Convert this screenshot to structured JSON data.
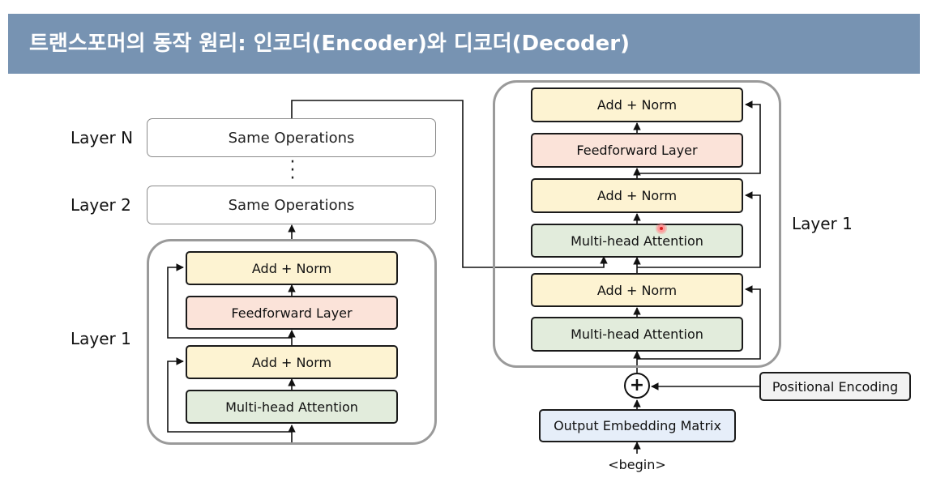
{
  "title": "트랜스포머의 동작 원리: 인코더(Encoder)와 디코더(Decoder)",
  "encoder": {
    "layer_n_label": "Layer N",
    "layer_2_label": "Layer 2",
    "layer_1_label": "Layer 1",
    "same_ops_n": "Same Operations",
    "same_ops_2": "Same Operations",
    "add_norm_top": "Add + Norm",
    "feedforward": "Feedforward Layer",
    "add_norm_bottom": "Add + Norm",
    "attention": "Multi-head Attention"
  },
  "decoder": {
    "layer_1_label": "Layer 1",
    "add_norm_top": "Add + Norm",
    "feedforward": "Feedforward Layer",
    "add_norm_mid": "Add + Norm",
    "cross_attention": "Multi-head Attention",
    "add_norm_bottom": "Add + Norm",
    "self_attention": "Multi-head Attention",
    "plus_symbol": "+",
    "positional_encoding": "Positional Encoding",
    "output_embedding": "Output Embedding Matrix",
    "begin_token": "<begin>"
  },
  "colors": {
    "title_bar": "#7793b2",
    "norm": "#fdf3d2",
    "feedforward": "#fbe3d9",
    "attention": "#e2ecdc",
    "embedding": "#e6eef9"
  }
}
